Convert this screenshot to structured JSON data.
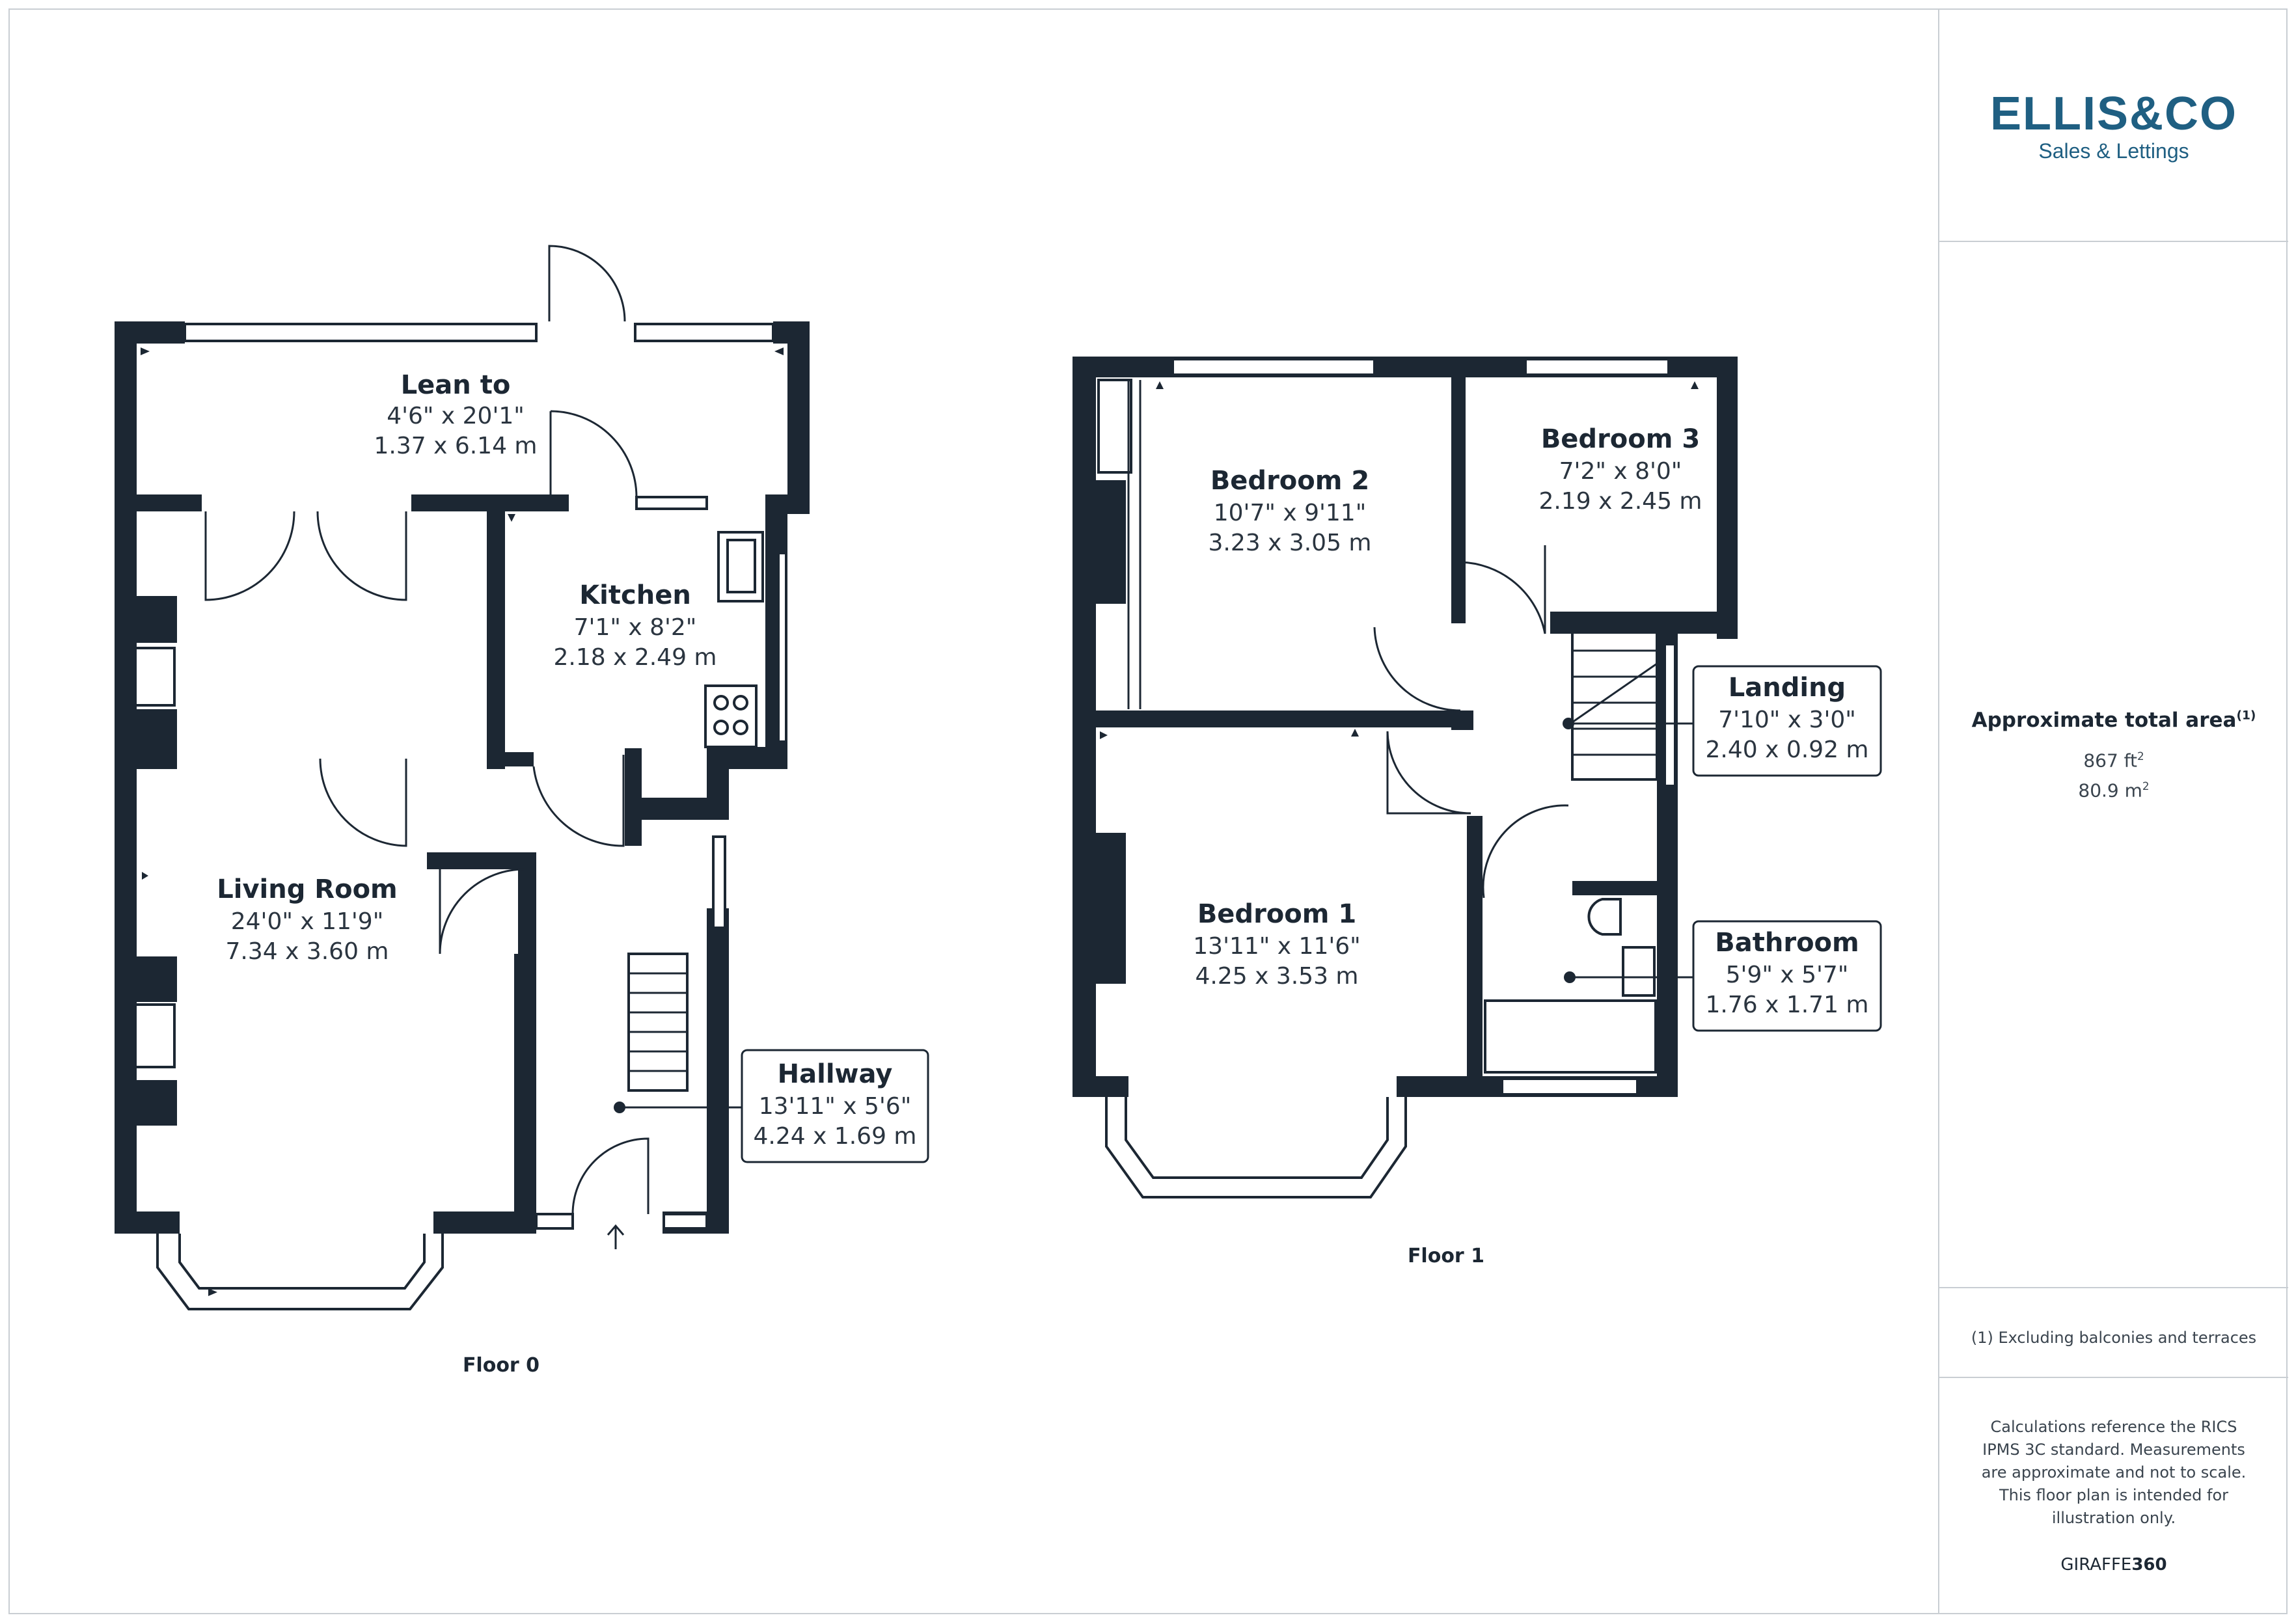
{
  "floors": [
    {
      "label": "Floor 0",
      "rooms": [
        {
          "name": "Lean to",
          "dim_imperial": "4'6\" x 20'1\"",
          "dim_metric": "1.37 x 6.14 m"
        },
        {
          "name": "Kitchen",
          "dim_imperial": "7'1\" x 8'2\"",
          "dim_metric": "2.18 x 2.49 m"
        },
        {
          "name": "Living Room",
          "dim_imperial": "24'0\" x 11'9\"",
          "dim_metric": "7.34 x 3.60 m"
        },
        {
          "name": "Hallway",
          "dim_imperial": "13'11\" x 5'6\"",
          "dim_metric": "4.24 x 1.69 m"
        }
      ]
    },
    {
      "label": "Floor 1",
      "rooms": [
        {
          "name": "Bedroom 2",
          "dim_imperial": "10'7\" x 9'11\"",
          "dim_metric": "3.23 x 3.05 m"
        },
        {
          "name": "Bedroom 3",
          "dim_imperial": "7'2\" x 8'0\"",
          "dim_metric": "2.19 x 2.45 m"
        },
        {
          "name": "Landing",
          "dim_imperial": "7'10\" x 3'0\"",
          "dim_metric": "2.40 x 0.92 m"
        },
        {
          "name": "Bedroom 1",
          "dim_imperial": "13'11\" x 11'6\"",
          "dim_metric": "4.25 x 3.53 m"
        },
        {
          "name": "Bathroom",
          "dim_imperial": "5'9\" x 5'7\"",
          "dim_metric": "1.76 x 1.71 m"
        }
      ]
    }
  ],
  "sidebar": {
    "logo_main": "ELLIS&CO",
    "logo_sub": "Sales & Lettings",
    "area_title": "Approximate total area",
    "area_title_sup": "(1)",
    "area_ft": "867 ft",
    "area_ft_sup": "2",
    "area_m": "80.9 m",
    "area_m_sup": "2",
    "footnote": "(1) Excluding balconies and terraces",
    "calc_note": "Calculations reference the RICS IPMS 3C standard. Measurements are approximate and not to scale. This floor plan is intended for illustration only.",
    "brand_left": "GIRAFFE",
    "brand_right": "360"
  },
  "colors": {
    "wall": "#1c2733",
    "logo": "#1f5f82",
    "background": "#ffffff"
  }
}
